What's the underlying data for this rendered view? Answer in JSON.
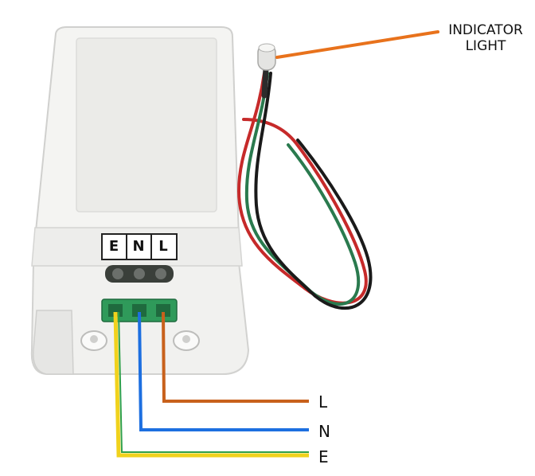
{
  "labels": {
    "indicator_line1": "INDICATOR",
    "indicator_line2": "LIGHT",
    "live": "L",
    "neutral": "N",
    "earth": "E"
  },
  "terminal_block": [
    "E",
    "N",
    "L"
  ],
  "colors": {
    "background": "#ffffff",
    "device_body": "#f2f2f0",
    "device_shadow": "#d6d6d4",
    "front_panel": "#ebebe8",
    "terminal_green": "#2f9a5a",
    "leader_orange": "#e8721c",
    "wire_live": "#c8611c",
    "wire_neutral": "#1d6fe0",
    "wire_earth_yellow": "#f0d21c",
    "wire_earth_green": "#2fa04a",
    "cable_red": "#c62a2a",
    "cable_green": "#2a7a4e",
    "cable_black": "#1a1a1a"
  }
}
